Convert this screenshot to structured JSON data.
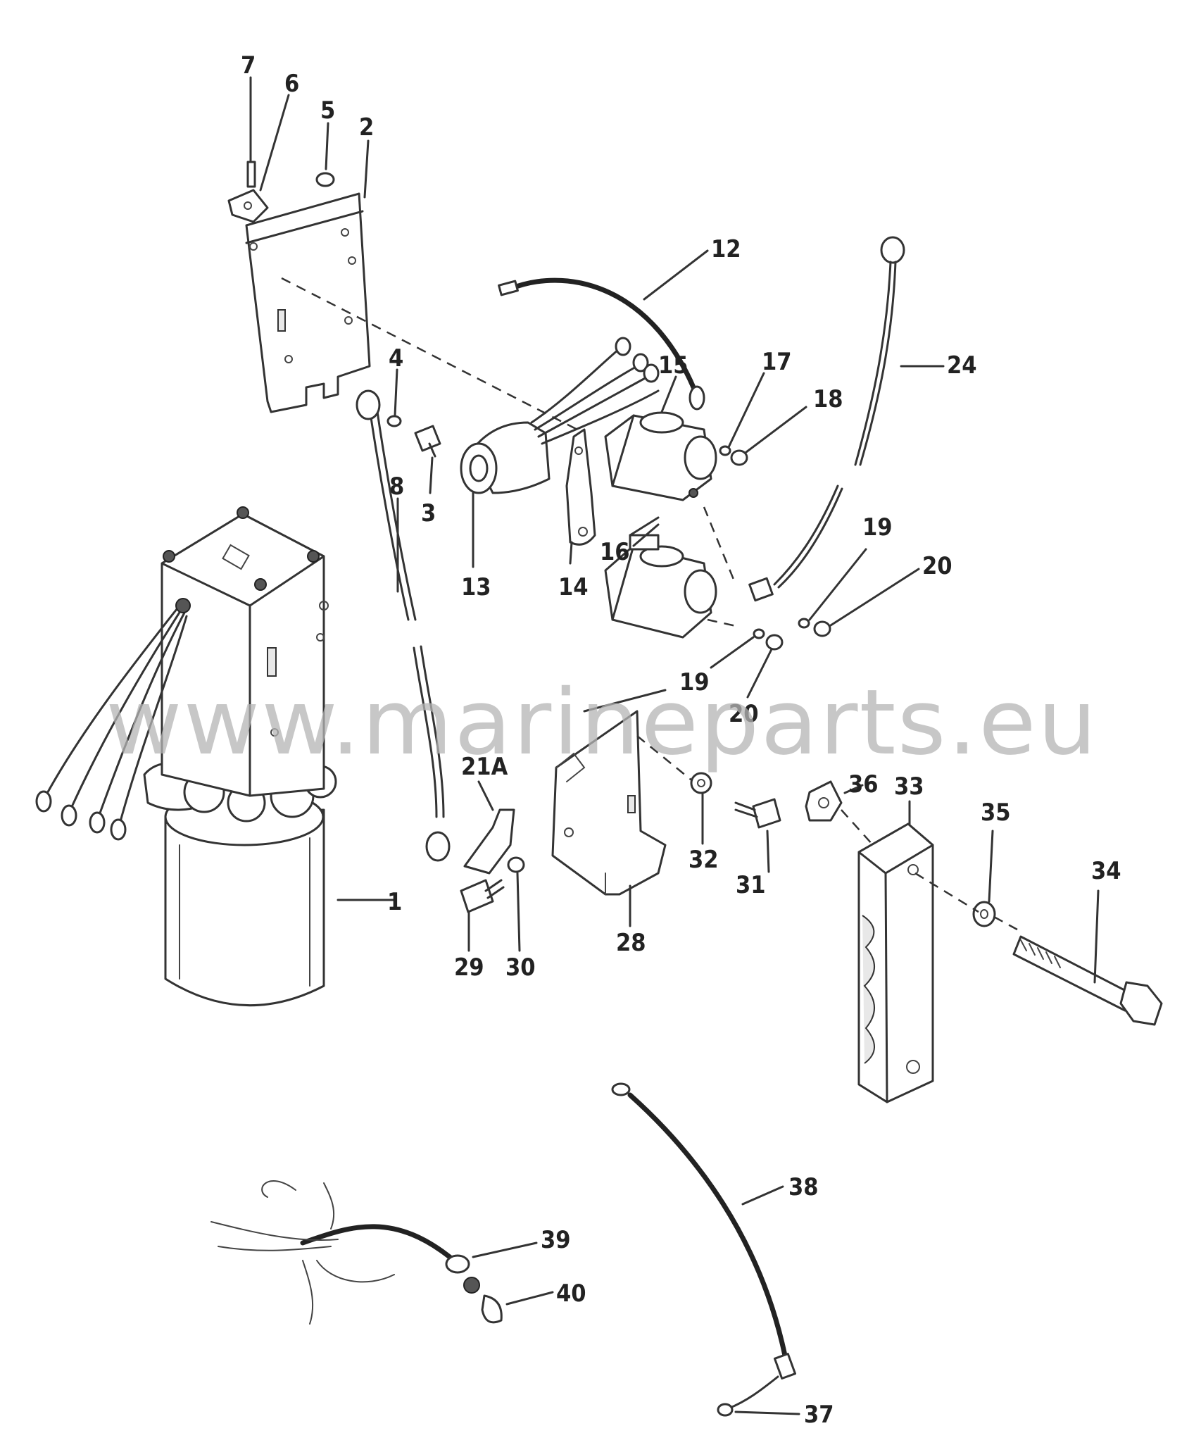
{
  "watermark": "www.marineparts.eu",
  "callouts": {
    "c1": "1",
    "c2": "2",
    "c3": "3",
    "c4": "4",
    "c5": "5",
    "c6": "6",
    "c7": "7",
    "c8": "8",
    "c12": "12",
    "c13": "13",
    "c14": "14",
    "c15": "15",
    "c16": "16",
    "c17": "17",
    "c18": "18",
    "c19a": "19",
    "c19b": "19",
    "c20a": "20",
    "c20b": "20",
    "c21a": "21A",
    "c24": "24",
    "c28": "28",
    "c29": "29",
    "c30": "30",
    "c31": "31",
    "c32": "32",
    "c33": "33",
    "c34": "34",
    "c35": "35",
    "c36": "36",
    "c37": "37",
    "c38": "38",
    "c39": "39",
    "c40": "40"
  }
}
